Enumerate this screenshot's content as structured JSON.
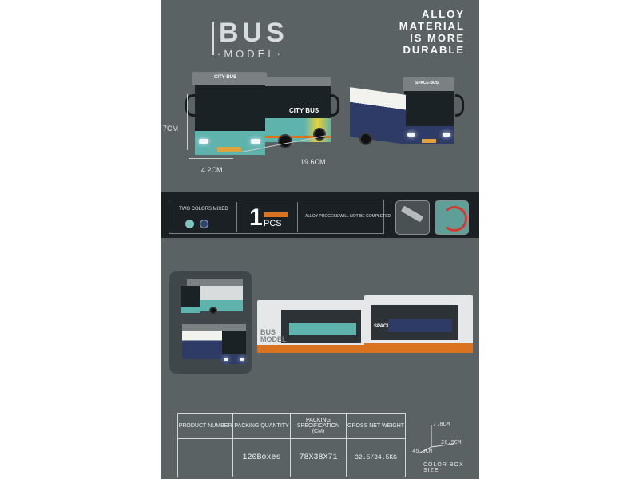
{
  "header": {
    "title": "BUS",
    "subtitle": "·MODEL·",
    "headline": "ALLOY\nMATERIAL\nIS MORE\nDURABLE"
  },
  "front_bus": {
    "roof_label": "CITY-BUS",
    "side_label": "CITY BUS"
  },
  "second_bus": {
    "roof_label": "SPACE-BUS"
  },
  "dimensions": {
    "height": "7CM",
    "width": "4.2CM",
    "length": "19.6CM"
  },
  "info_strip": {
    "two_colors": "TWO COLORS MIXED",
    "count_number": "1",
    "count_unit": "PCS",
    "alloy_note": "ALLOY PROCESS WILL NOT BE COMPLETED",
    "dot_colors": [
      "#7fc4bd",
      "#32446b"
    ]
  },
  "packages": {
    "box1_title": "BUS MODEL",
    "box2_title": "SPACE-BUS"
  },
  "spec_table": {
    "headers": [
      "PRODUCT NUMBER",
      "PACKING QUANTITY",
      "PACKING SPECIFICATION (CM)",
      "GROSS NET WEIGHT"
    ],
    "values": [
      "",
      "120Boxes",
      "78X38X71",
      "32.5/34.5KG"
    ]
  },
  "box_size": {
    "height": "7.8CM",
    "depth": "26.5CM",
    "length": "45.9CM",
    "caption": "COLOR BOX SIZE"
  },
  "colors": {
    "background": "#5b6263",
    "strip": "#1b2025",
    "teal": "#5fb3ad",
    "navy": "#2e3b67",
    "accent_orange": "#d9731f"
  }
}
